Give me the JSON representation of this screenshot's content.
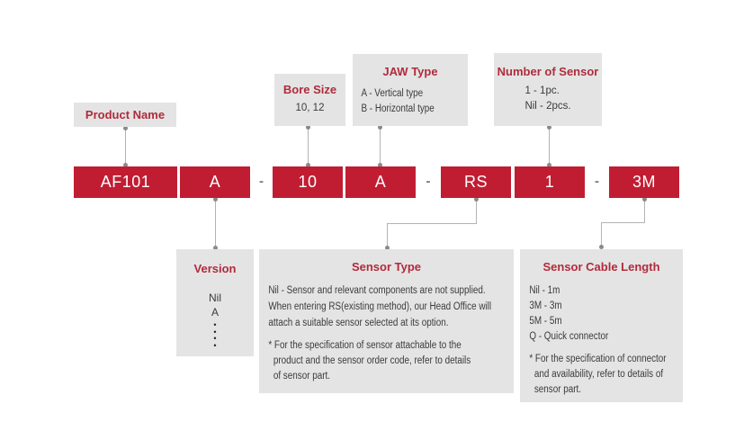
{
  "colors": {
    "code_red": "#c11d32",
    "label_red": "#b12b3c",
    "callout_gray": "#e4e4e4",
    "body_text": "#3b3b3b",
    "connector_gray": "#b3b3b3"
  },
  "code_row": {
    "separator": "-",
    "segments": [
      "AF101",
      "A",
      "10",
      "A",
      "RS",
      "1",
      "3M"
    ]
  },
  "callouts": {
    "product_name": {
      "title": "Product Name"
    },
    "bore_size": {
      "title": "Bore Size",
      "options": "10, 12"
    },
    "jaw_type": {
      "title": "JAW Type",
      "options": "A - Vertical type\nB - Horizontal type"
    },
    "number_of_sensor": {
      "title": "Number of Sensor",
      "options": "1 - 1pc.\nNil - 2pcs."
    },
    "version": {
      "title": "Version",
      "options": "Nil\nA",
      "more_indicator": "•\n•\n•\n•"
    },
    "sensor_type": {
      "title": "Sensor Type",
      "description": "Nil - Sensor and relevant components are not supplied.\nWhen entering RS(existing method), our Head Office will\nattach a suitable sensor selected at its option.",
      "note": "* For the specification of sensor attachable to the\n  product and the sensor order code, refer to details\n  of sensor part."
    },
    "sensor_cable_length": {
      "title": "Sensor Cable Length",
      "options": "Nil - 1m\n3M - 3m\n5M - 5m\nQ - Quick connector",
      "note": "* For the specification of connector\n  and availability, refer to details of\n  sensor part."
    }
  }
}
